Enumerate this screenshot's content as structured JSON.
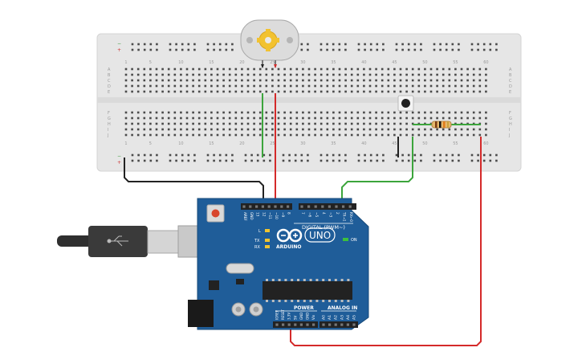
{
  "breadboard": {
    "col_numbers": [
      "1",
      "5",
      "10",
      "15",
      "20",
      "25",
      "30",
      "35",
      "40",
      "45",
      "50",
      "55",
      "60"
    ],
    "row_letters_top": [
      "A",
      "B",
      "C",
      "D",
      "E"
    ],
    "row_letters_bottom": [
      "F",
      "G",
      "H",
      "I",
      "J"
    ],
    "rail_minus": "−",
    "rail_plus": "+"
  },
  "arduino": {
    "brand": "ARDUINO",
    "model": "UNO",
    "digital_header": "DIGITAL (PWM~)",
    "power_header": "POWER",
    "analog_header": "ANALOG IN",
    "on_label": "ON",
    "l_label": "L",
    "tx_label": "TX",
    "rx_label": "RX",
    "top_pins": [
      "AREF",
      "GND",
      "13",
      "12",
      "~11",
      "~10",
      "~9",
      "8",
      "7",
      "~6",
      "~5",
      "4",
      "~3",
      "2",
      "TX→1",
      "RX←0"
    ],
    "power_pins": [
      "IOREF",
      "RESET",
      "3.3V",
      "5V",
      "GND",
      "GND",
      "Vin"
    ],
    "analog_pins": [
      "A0",
      "A1",
      "A2",
      "A3",
      "A4",
      "A5"
    ]
  },
  "colors": {
    "board": "#1f5d99",
    "wire_red": "#d42a2a",
    "wire_green": "#3ca53c",
    "wire_black": "#222222",
    "breadboard": "#e6e6e6"
  }
}
